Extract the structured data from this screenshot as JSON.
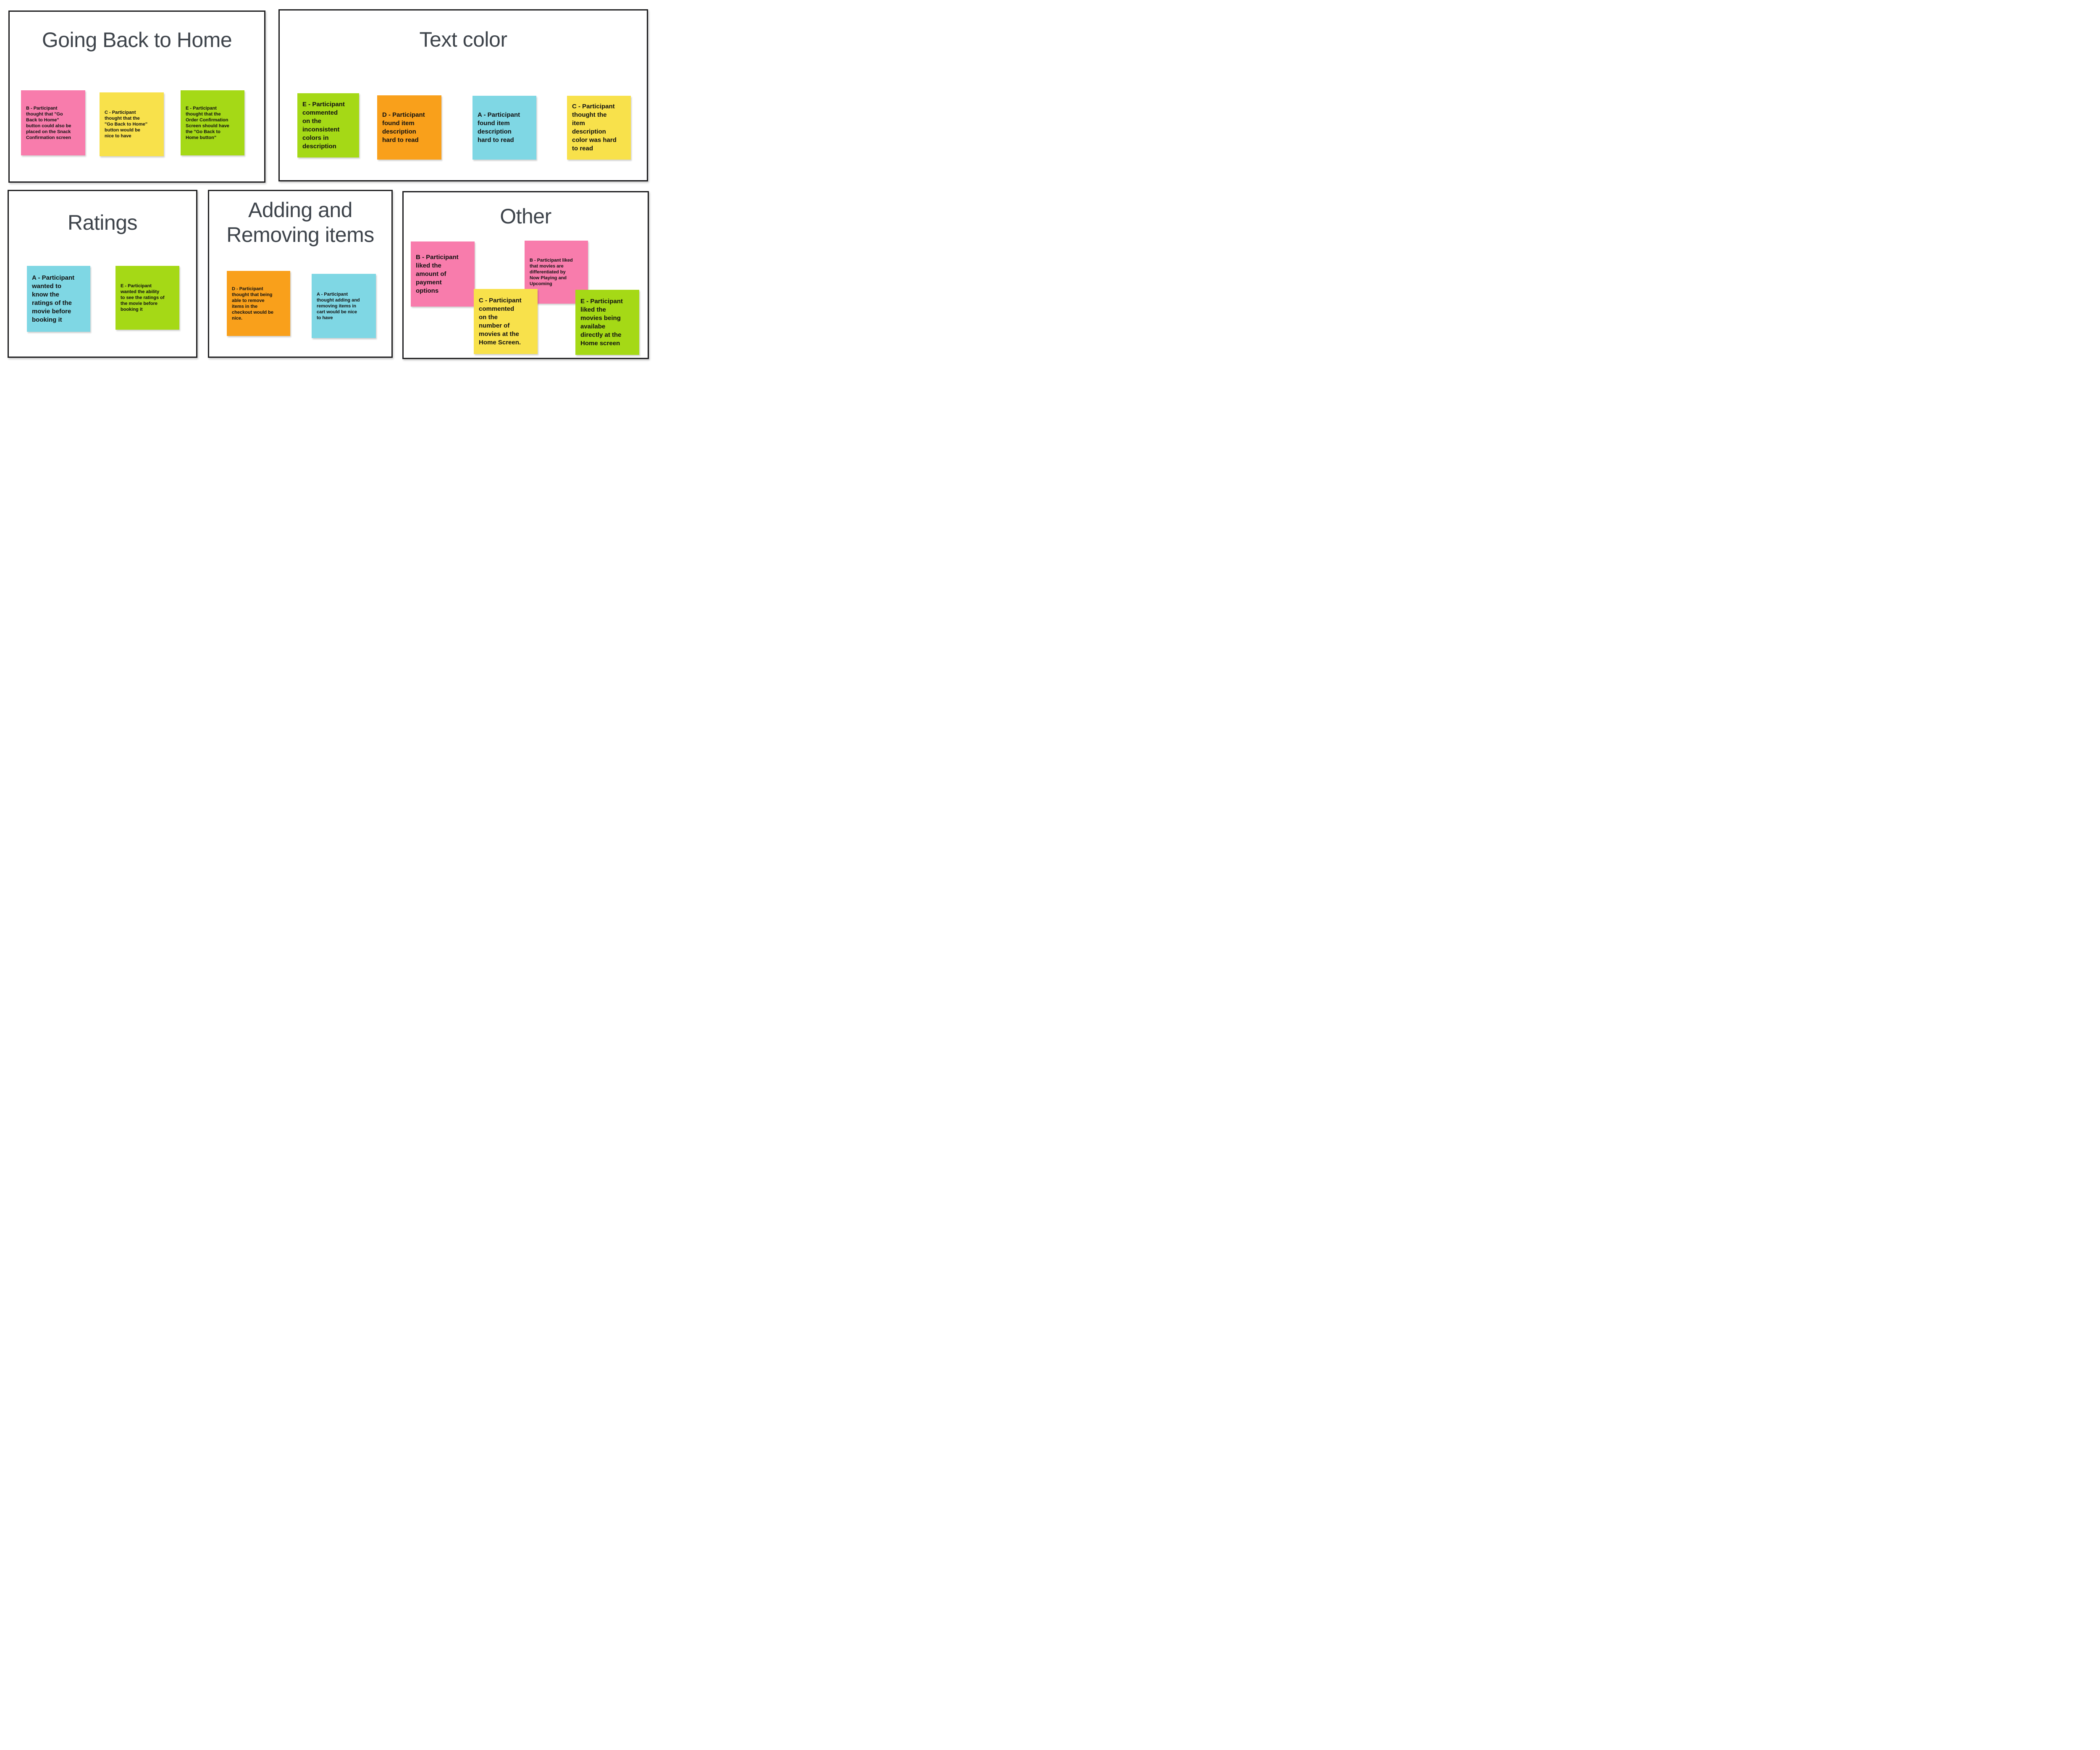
{
  "colors": {
    "background": "#ffffff",
    "box_border": "#1d1d1f",
    "title_text": "#3e444b",
    "note_text": "#111111",
    "pink": "#f87cac",
    "yellow": "#f8e14b",
    "green": "#a5d916",
    "orange": "#f9a01b",
    "cyan": "#7fd7e4"
  },
  "groups": [
    {
      "title": "Going Back to Home",
      "notes": [
        {
          "color": "pink",
          "text": "B - Participant\nthought that \"Go\nBack to Home\"\nbutton could also be\nplaced on the Snack\nConfirmation screen"
        },
        {
          "color": "yellow",
          "text": "C - Participant\nthought that the\n\"Go Back to Home\"\nbutton would be\nnice to have"
        },
        {
          "color": "green",
          "text": "E - Participant\nthought that the\nOrder Confirmation\nScreen should have\nthe \"Go Back to\nHome button\""
        }
      ]
    },
    {
      "title": "Text color",
      "notes": [
        {
          "color": "green",
          "text": "E - Participant\ncommented\non the\ninconsistent\ncolors in\ndescription"
        },
        {
          "color": "orange",
          "text": "D - Participant\nfound item\ndescription\nhard to read"
        },
        {
          "color": "cyan",
          "text": "A - Participant\nfound item\ndescription\nhard to read"
        },
        {
          "color": "yellow",
          "text": "C - Participant\nthought the\nitem\ndescription\ncolor was hard\nto read"
        }
      ]
    },
    {
      "title": "Ratings",
      "notes": [
        {
          "color": "cyan",
          "text": "A - Participant\nwanted to\nknow the\nratings of the\nmovie before\nbooking it"
        },
        {
          "color": "green",
          "text": "E - Participant\nwanted the ability\nto see the ratings of\nthe movie before\nbooking it"
        }
      ]
    },
    {
      "title": "Adding and\nRemoving items",
      "notes": [
        {
          "color": "orange",
          "text": "D - Participant\nthought that being\nable to remove\nitems in the\ncheckout would be\nnice."
        },
        {
          "color": "cyan",
          "text": "A - Participant\nthought adding and\nremoving items in\ncart would be nice\nto have"
        }
      ]
    },
    {
      "title": "Other",
      "notes": [
        {
          "color": "pink",
          "text": "B - Participant\nliked the\namount of\npayment\noptions"
        },
        {
          "color": "pink",
          "text": "B - Participant liked\nthat movies are\ndifferentiated by\nNow Playing and\nUpcoming"
        },
        {
          "color": "yellow",
          "text": "C - Participant\ncommented\non the\nnumber of\nmovies at the\nHome Screen."
        },
        {
          "color": "green",
          "text": "E - Participant\nliked the\nmovies being\navailabe\ndirectly at the\nHome screen"
        }
      ]
    }
  ]
}
